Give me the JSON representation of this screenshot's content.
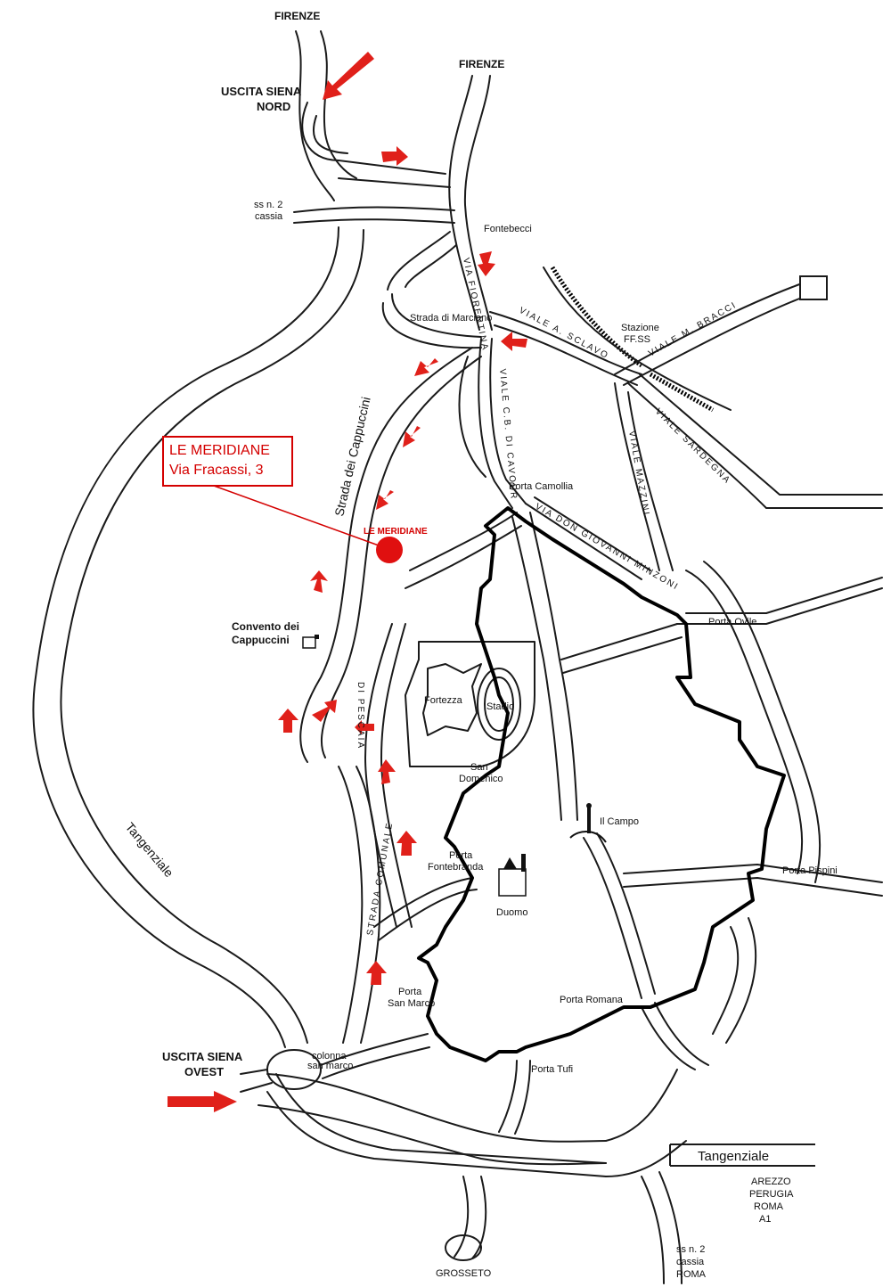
{
  "labels": {
    "firenze_top": "FIRENZE",
    "firenze_right": "FIRENZE",
    "uscita_nord_1": "USCITA SIENA",
    "uscita_nord_2": "NORD",
    "ss2_top_1": "ss n. 2",
    "ss2_top_2": "cassia",
    "fontebecci": "Fontebecci",
    "strada_marciano": "Strada di Marciano",
    "via_fiorentina": "VIA FIORENTINA",
    "viale_sclavo": "VIALE A. SCLAVO",
    "viale_bracci": "VIALE M. BRACCI",
    "stazione_1": "Stazione",
    "stazione_2": "FF.SS",
    "viale_cavour": "VIALE C.B. DI CAVOUR",
    "viale_sardegna": "VIALE SARDEGNA",
    "viale_mazzini": "VIALE MAZZINI",
    "strada_cappuccini": "Strada dei Cappuccini",
    "porta_camollia": "Porta Camollia",
    "via_minzoni": "VIA DON GIOVANNI MINZONI",
    "le_meridiane_small": "LE MERIDIANE",
    "convento_1": "Convento dei",
    "convento_2": "Cappuccini",
    "porta_ovile": "Porta Ovile",
    "fortezza": "Fortezza",
    "stadio": "Stadio",
    "via_pescaia": "DI PESCAIA",
    "san_domenico_1": "San",
    "san_domenico_2": "Domenico",
    "il_campo": "Il Campo",
    "tangenziale_curve": "Tangenziale",
    "strada_comunale": "STRADA COMUNALE",
    "porta_fontebranda_1": "Porta",
    "porta_fontebranda_2": "Fontebranda",
    "porta_pispini": "Porta Pispini",
    "duomo": "Duomo",
    "porta_san_marco_1": "Porta",
    "porta_san_marco_2": "San Marco",
    "porta_romana": "Porta Romana",
    "uscita_ovest_1": "USCITA SIENA",
    "uscita_ovest_2": "OVEST",
    "colonna_1": "colonna",
    "colonna_2": "san marco",
    "porta_tufi": "Porta Tufi",
    "tangenziale_box": "Tangenziale",
    "arezzo": "AREZZO",
    "perugia": "PERUGIA",
    "roma": "ROMA",
    "a1": "A1",
    "ss2_bottom_1": "ss n. 2",
    "ss2_bottom_2": "cassia",
    "ss2_bottom_3": "ROMA",
    "grosseto": "GROSSETO"
  },
  "callout": {
    "name": "LE MERIDIANE",
    "address": "Via Fracassi, 3"
  },
  "colors": {
    "accent": "#e0201a",
    "callout": "#d40000",
    "roads": "#1a1a1a"
  }
}
